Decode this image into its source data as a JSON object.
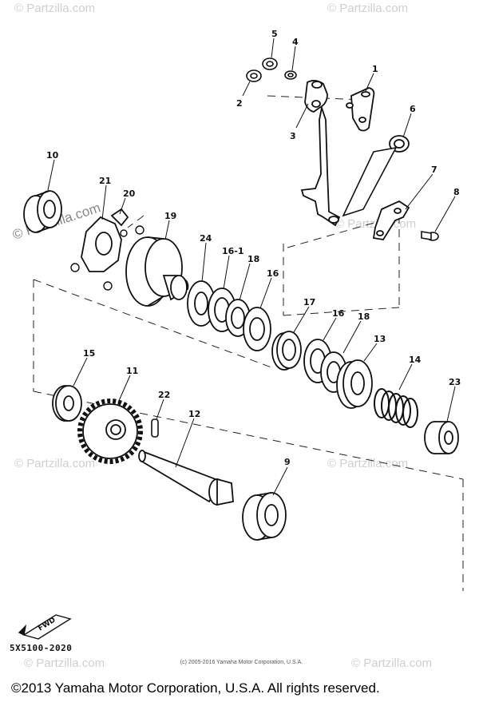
{
  "diagram": {
    "callouts": {
      "c1": "1",
      "c2": "2",
      "c3": "3",
      "c4": "4",
      "c5": "5",
      "c6": "6",
      "c7": "7",
      "c8": "8",
      "c9": "9",
      "c10": "10",
      "c11": "11",
      "c12": "12",
      "c13": "13",
      "c14": "14",
      "c15": "15",
      "c16a": "16",
      "c16b": "16",
      "c16_1": "16-1",
      "c17": "17",
      "c18a": "18",
      "c18b": "18",
      "c19": "19",
      "c20": "20",
      "c21": "21",
      "c22": "22",
      "c23": "23",
      "c24": "24"
    },
    "watermark_text": "© Partzilla.com",
    "fwd_label": "FWD",
    "diagram_code": "5X5100-2020"
  },
  "footer": {
    "small_copyright": "(c) 2005-2016 Yamaha Motor Corporation, U.S.A.",
    "copyright": "©2013 Yamaha Motor Corporation, U.S.A. All rights reserved."
  }
}
